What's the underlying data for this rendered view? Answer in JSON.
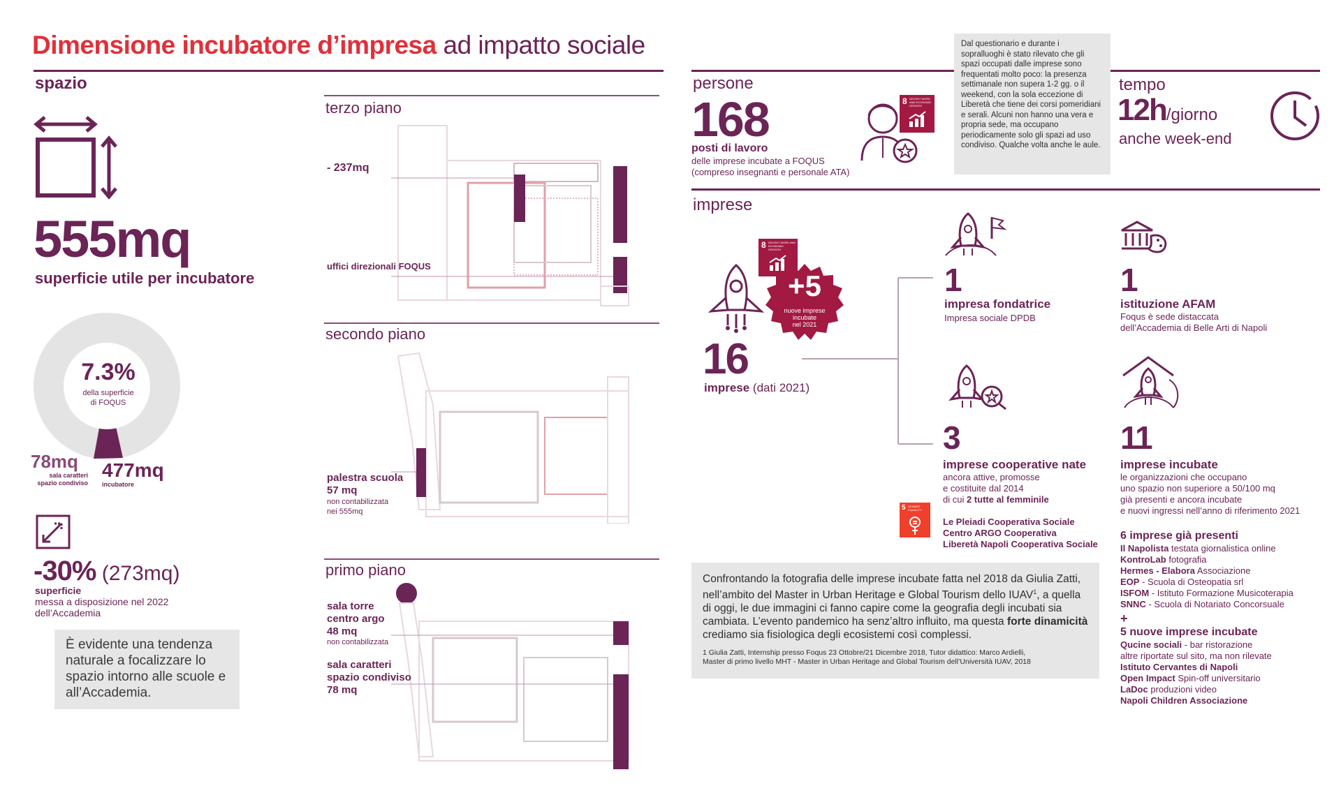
{
  "header": {
    "title_bold": "Dimensione incubatore d’impresa",
    "title_regular": " ad impatto sociale"
  },
  "spazio": {
    "label": "spazio",
    "area_number": "555",
    "area_unit": "mq",
    "area_caption": "superficie utile per incubatore",
    "donut": {
      "percent": "7.3%",
      "percent_caption_1": "della superficie",
      "percent_caption_2": "di FOQUS",
      "shared_value": "78mq",
      "shared_caption_1": "sala caratteri",
      "shared_caption_2": "spazio condiviso",
      "incubator_value": "477mq",
      "incubator_caption": "incubatore"
    },
    "reduction": {
      "percent": "-30%",
      "amount": " (273mq)",
      "label": "superficie",
      "line2": "messa a disposizione nel 2022",
      "line3": "dell’Accademia"
    },
    "note": "È evidente una tendenza naturale a focalizzare lo spazio intorno alle scuole e all’Accademia."
  },
  "floors": {
    "terzo": {
      "label": "terzo piano",
      "annotation_1": "- 237mq",
      "annotation_2": "uffici direzionali FOQUS"
    },
    "secondo": {
      "label": "secondo piano",
      "annotation_title_1": "palestra scuola",
      "annotation_title_2": "57 mq",
      "annotation_sub_1": "non contabilizzata",
      "annotation_sub_2": "nei 555mq"
    },
    "primo": {
      "label": "primo piano",
      "a1_line1": "sala torre",
      "a1_line2": "centro argo",
      "a1_line3": "48 mq",
      "a1_sub": "non contabilizzata",
      "a2_line1": "sala caratteri",
      "a2_line2": "spazio condiviso",
      "a2_line3": "78 mq"
    }
  },
  "persone": {
    "label": "persone",
    "number": "168",
    "caption_bold": "posti di lavoro",
    "caption_1": "delle imprese incubate a FOQUS",
    "caption_2": "(compreso insegnanti e personale ATA)",
    "sdg_number": "8",
    "sdg_text": "DECENT WORK AND ECONOMIC GROWTH"
  },
  "questionnaire_note": "Dal questionario e durante i sopralluoghi è stato rilevato che gli spazi occupati dalle imprese sono frequentati molto poco: la presenza settimanale non supera 1-2 gg. o il weekend, con la sola eccezione di Liberetà che tiene dei corsi pomeridiani e serali. Alcuni non hanno una vera e propria sede, ma occupano periodicamente solo gli spazi ad uso condiviso. Qualche volta anche le aule.",
  "tempo": {
    "label": "tempo",
    "hours": "12h",
    "unit": "/giorno",
    "caption": "anche week-end"
  },
  "imprese": {
    "label": "imprese",
    "total": "16",
    "total_caption_bold": "imprese",
    "total_caption": " (dati 2021)",
    "badge_value": "+5",
    "badge_caption_1": "nuove imprese",
    "badge_caption_2": "incubate",
    "badge_caption_3": "nel 2021",
    "sdg8_number": "8",
    "sdg8_text": "DECENT WORK AND ECONOMIC GROWTH",
    "fondatrice": {
      "number": "1",
      "title": "impresa fondatrice",
      "sub": "Impresa sociale DPDB"
    },
    "afam": {
      "number": "1",
      "title": "istituzione AFAM",
      "sub_1": "Foqus è sede distaccata",
      "sub_2": "dell’Accademia di Belle Arti di Napoli"
    },
    "cooperative": {
      "number": "3",
      "title": "imprese cooperative nate",
      "sub_1": "ancora attive, promosse",
      "sub_2": "e costituite dal 2014",
      "sub_3": "di cui ",
      "sub_3_bold": "2 tutte al femminile",
      "sdg5_number": "5",
      "sdg5_text": "GENDER EQUALITY",
      "list": [
        "Le Pleiadi Cooperativa Sociale",
        "Centro ARGO Cooperativa",
        "Liberetà Napoli Cooperativa Sociale"
      ]
    },
    "incubate": {
      "number": "11",
      "title": "imprese incubate",
      "sub": [
        "le organizzazioni che occupano",
        "uno spazio non superiore a 50/100 mq",
        "già presenti e ancora incubate",
        "e nuovi ingressi nell’anno di riferimento 2021"
      ]
    }
  },
  "present_list": {
    "heading": "6 imprese già presenti",
    "items": [
      {
        "name": "Il Napolista",
        "desc": " testata giornalistica online"
      },
      {
        "name": "KontroLab",
        "desc": " fotografia"
      },
      {
        "name": "Hermes - Elabora",
        "desc": " Associazione"
      },
      {
        "name": "EOP",
        "desc": " - Scuola di Osteopatia srl"
      },
      {
        "name": "ISFOM",
        "desc": " - Istituto Formazione Musicoterapia"
      },
      {
        "name": "SNNC",
        "desc": " - Scuola di Notariato Concorsuale"
      }
    ],
    "plus": "+",
    "new_heading": "5 nuove imprese incubate",
    "new_items": [
      {
        "name": "Qucine sociali",
        "desc": " - bar ristorazione"
      },
      {
        "name": "",
        "desc": "altre riportate sul sito, ma non rilevate"
      },
      {
        "name": "Istituto Cervantes di Napoli",
        "desc": ""
      },
      {
        "name": "Open Impact",
        "desc": " Spin-off universitario"
      },
      {
        "name": "LaDoc",
        "desc": " produzioni video"
      },
      {
        "name": "Napoli Children Associazione",
        "desc": ""
      }
    ]
  },
  "comparison": {
    "text_1": "Confrontando la fotografia delle imprese incubate fatta nel 2018 da Giulia Zatti, nell’ambito del Master in Urban Heritage e Global Tourism dello IUAV",
    "sup": "1",
    "text_2": ", a quella di oggi, le due immagini ci fanno capire come la geografia degli incubati sia cambiata. L’evento pandemico ha senz’altro influito, ma questa ",
    "text_bold": "forte dinamicità",
    "text_3": " crediamo sia fisiologica degli ecosistemi così complessi.",
    "footnote_1": "1       Giulia Zatti, Internship presso Foqus 23 Ottobre/21 Dicembre 2018, Tutor didattico: Marco Ardielli,",
    "footnote_2": "Master di primo livello MHT - Master in Urban Heritage and Global Tourism dell’Università IUAV, 2018"
  },
  "colors": {
    "plum": "#6b2456",
    "red": "#e0303a",
    "sdg8": "#a21942",
    "sdg5": "#ef402b",
    "gray": "#e6e6e6"
  }
}
